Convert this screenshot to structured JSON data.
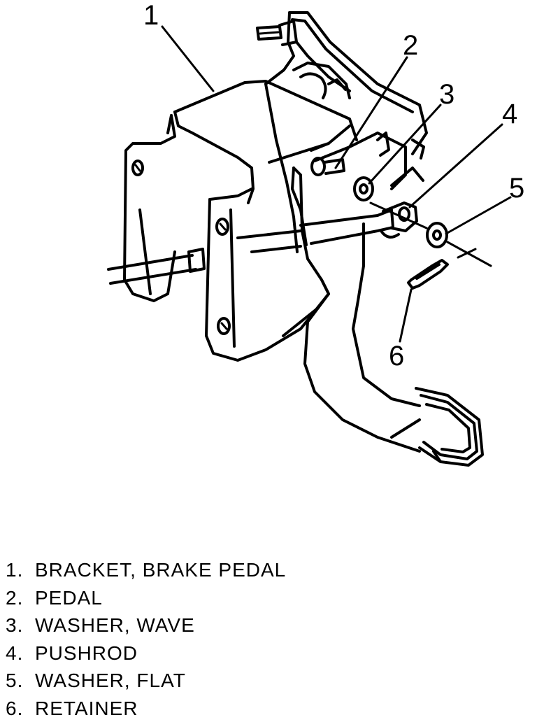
{
  "callouts": [
    "1",
    "2",
    "3",
    "4",
    "5",
    "6"
  ],
  "legend": [
    {
      "num": "1.",
      "label": "BRACKET, BRAKE PEDAL"
    },
    {
      "num": "2.",
      "label": "PEDAL"
    },
    {
      "num": "3.",
      "label": "WASHER, WAVE"
    },
    {
      "num": "4.",
      "label": "PUSHROD"
    },
    {
      "num": "5.",
      "label": "WASHER, FLAT"
    },
    {
      "num": "6.",
      "label": "RETAINER"
    }
  ]
}
